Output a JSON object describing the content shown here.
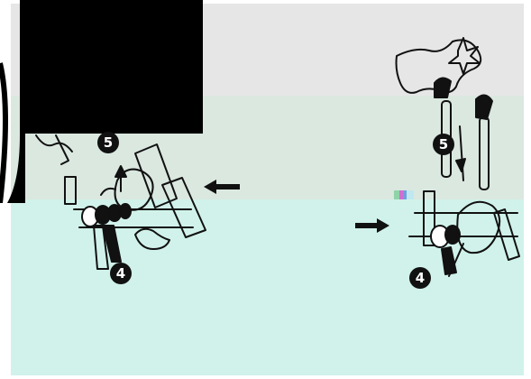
{
  "colors": {
    "band_top": "#e6e6e6",
    "band_mid": "#dae8e0",
    "band_low": "#d0f2ea",
    "ink": "#111111",
    "mask": "#000000"
  },
  "steps": {
    "left_upper": "5",
    "left_lower": "4",
    "right_upper": "5",
    "right_lower": "4"
  },
  "icons": {
    "left_arrow": "arrow-left-icon",
    "right_arrow": "arrow-right-icon"
  }
}
